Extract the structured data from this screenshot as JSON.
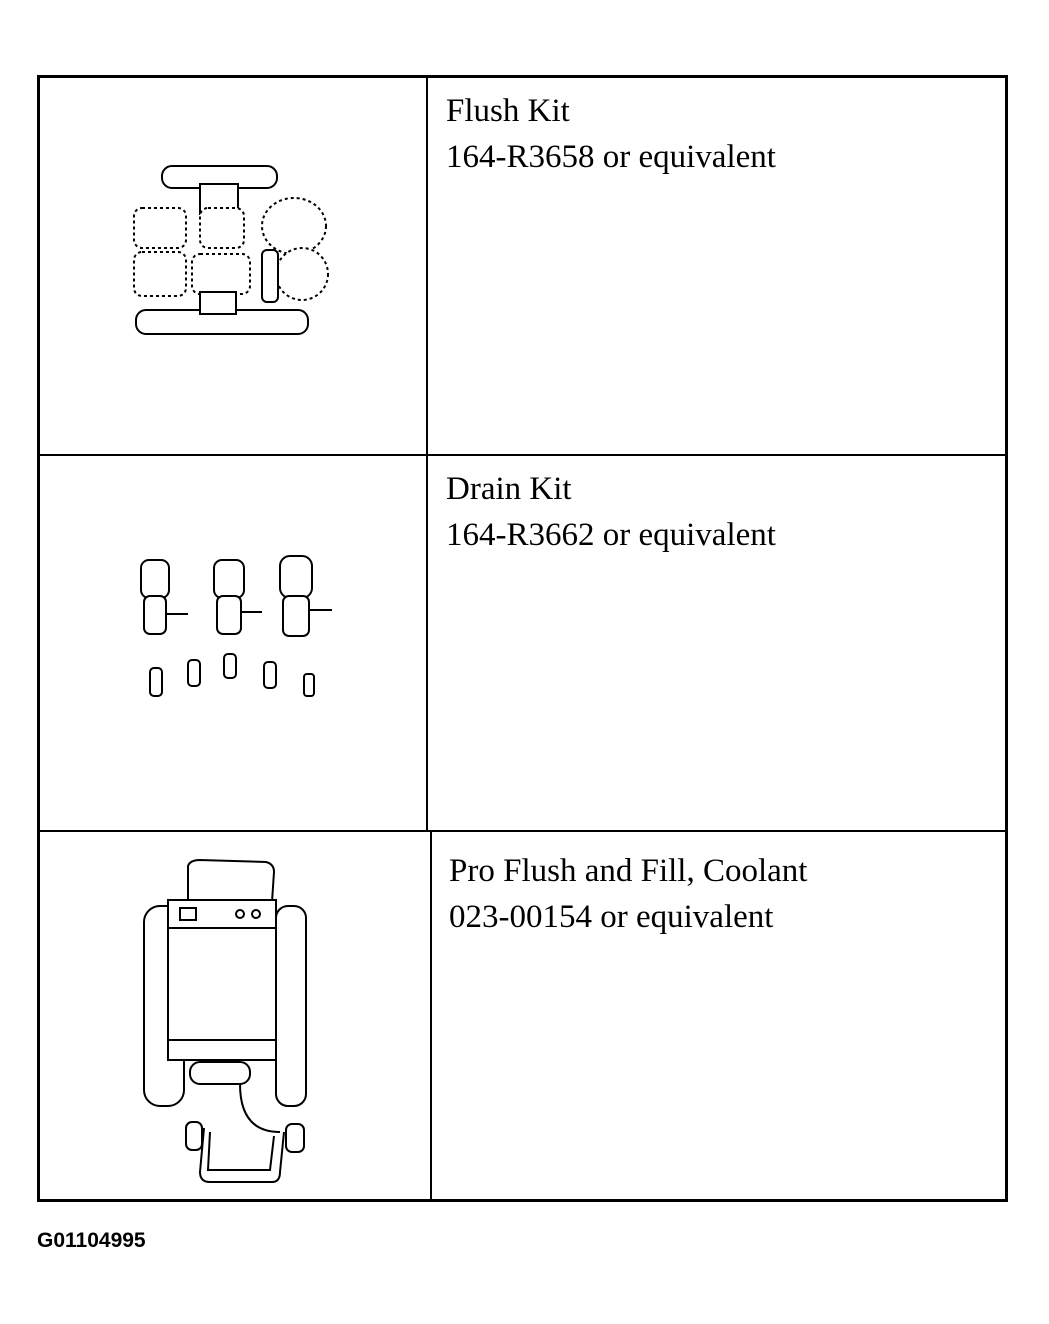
{
  "tools": [
    {
      "name": "Flush Kit",
      "part_number": "164-R3658 or equivalent",
      "illustration_icon": "flush-kit-hoses-icon"
    },
    {
      "name": "Drain Kit",
      "part_number": "164-R3662 or equivalent",
      "illustration_icon": "drain-kit-fittings-icon"
    },
    {
      "name": "Pro Flush and Fill, Coolant",
      "part_number": "023-00154 or equivalent",
      "illustration_icon": "flush-and-fill-machine-icon"
    }
  ],
  "figure_id": "G01104995",
  "colors": {
    "line": "#000000",
    "background": "#ffffff"
  }
}
